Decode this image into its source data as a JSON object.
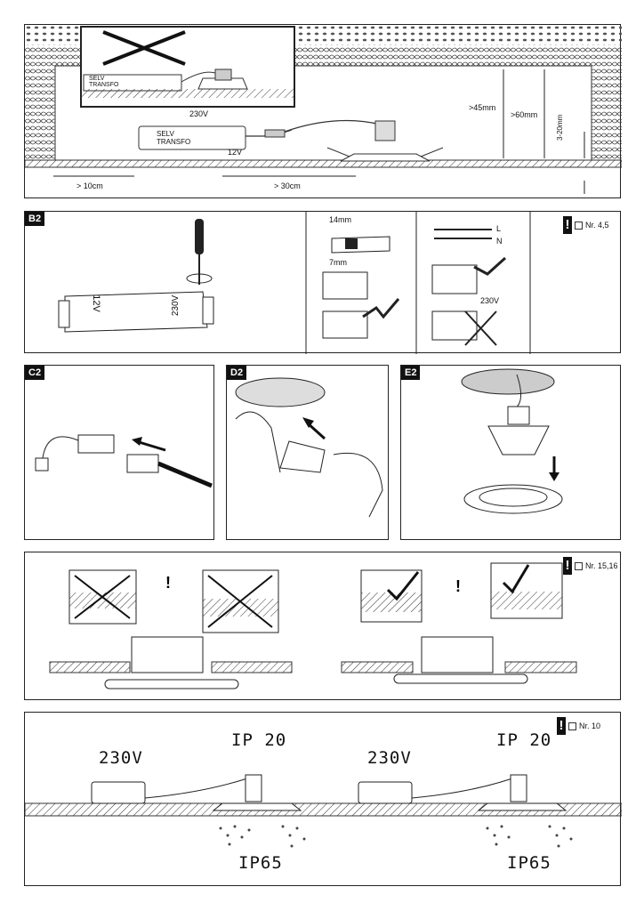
{
  "panel_a": {
    "selv_label_small": "SELV\nTRANSFO",
    "voltage_230": "230V",
    "selv_label": "SELV\nTRANSFO",
    "voltage_12": "12V",
    "dim_gt45": ">45mm",
    "dim_gt60": ">60mm",
    "dim_3_20": "3-20mm",
    "dim_gt10cm": "> 10cm",
    "dim_gt30cm": "> 30cm"
  },
  "panel_b2": {
    "tag": "B2",
    "trafo_12v": "12V",
    "trafo_230v": "230V",
    "dim_14mm": "14mm",
    "dim_7mm": "7mm",
    "wire_l": "L",
    "wire_n": "N",
    "voltage_230": "230V",
    "note": "Nr. 4,5"
  },
  "panel_c2": {
    "tag": "C2"
  },
  "panel_d2": {
    "tag": "D2"
  },
  "panel_e2": {
    "tag": "E2"
  },
  "panel_install": {
    "note": "Nr. 15,16"
  },
  "panel_ip": {
    "note": "Nr. 10",
    "left_voltage": "230V",
    "left_ip_top": "IP 20",
    "left_ip_bottom": "IP65",
    "right_voltage": "230V",
    "right_ip_top": "IP 20",
    "right_ip_bottom": "IP65"
  }
}
